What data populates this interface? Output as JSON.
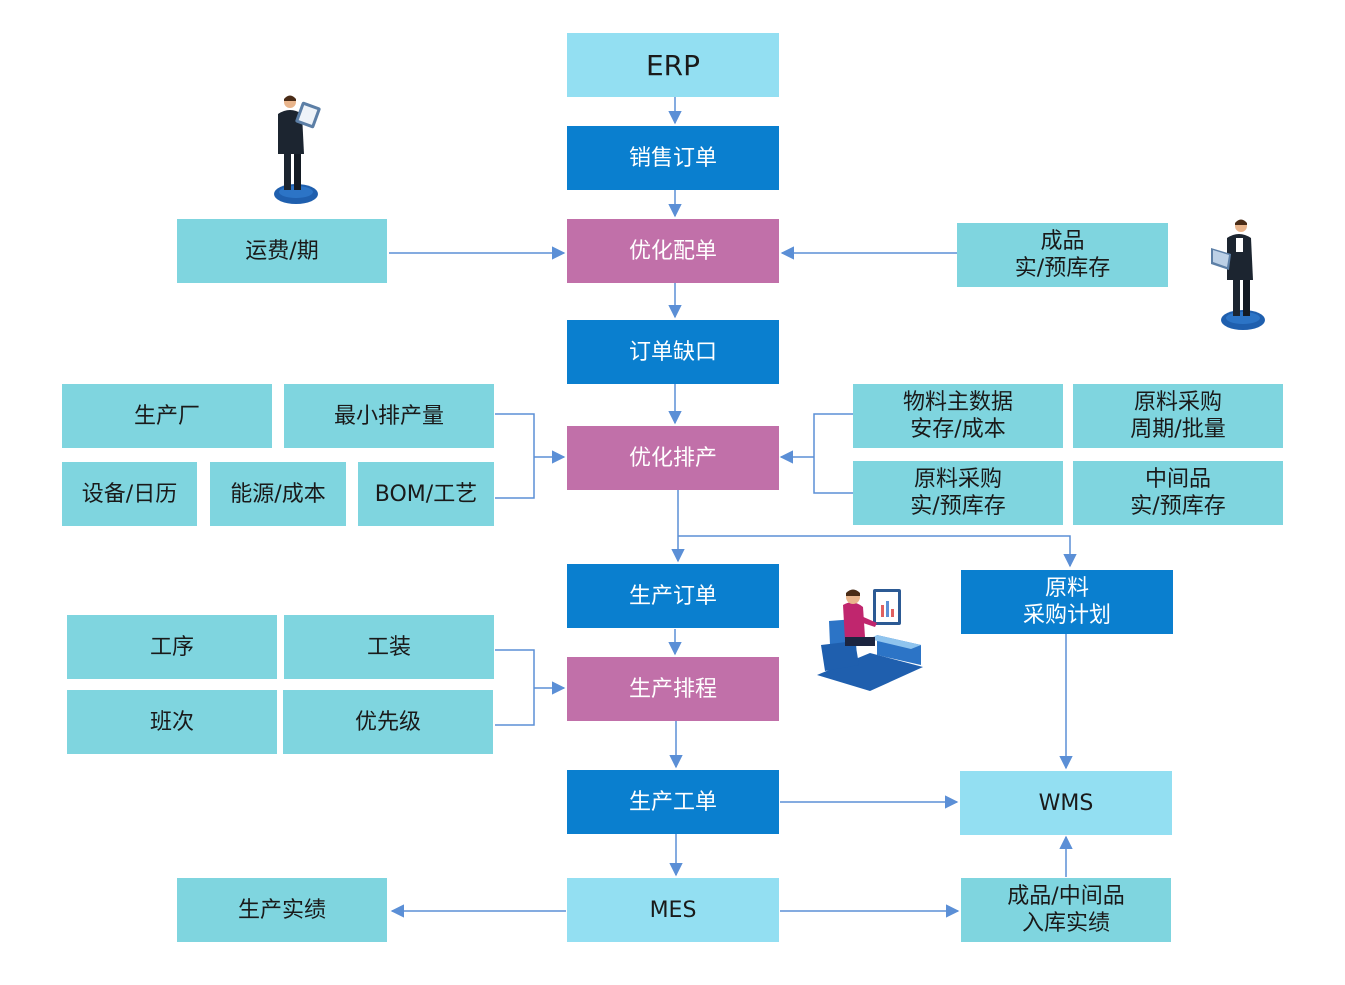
{
  "colors": {
    "light_box": "#93dff2",
    "teal_box": "#7fd5df",
    "blue_box": "#0a7fcf",
    "pink_box": "#c170a9",
    "connector": "#5b8fd6"
  },
  "flow": {
    "erp": "ERP",
    "sales_order": "销售订单",
    "optimize_order": "优化配单",
    "order_gap": "订单缺口",
    "optimize_schedule": "优化排产",
    "production_order": "生产订单",
    "production_scheduling": "生产排程",
    "work_order": "生产工单",
    "mes": "MES",
    "wms": "WMS",
    "purchase_plan": [
      "原料",
      "采购计划"
    ]
  },
  "inputs": {
    "freight": "运费/期",
    "finished_stock": [
      "成品",
      "实/预库存"
    ],
    "plant": "生产厂",
    "min_batch": "最小排产量",
    "equipment": "设备/日历",
    "energy": "能源/成本",
    "bom": "BOM/工艺",
    "material_master": [
      "物料主数据",
      "安存/成本"
    ],
    "purchase_cycle": [
      "原料采购",
      "周期/批量"
    ],
    "raw_stock": [
      "原料采购",
      "实/预库存"
    ],
    "intermediate_stock": [
      "中间品",
      "实/预库存"
    ],
    "process": "工序",
    "tooling": "工装",
    "shift": "班次",
    "priority": "优先级"
  },
  "outputs": {
    "production_actual": "生产实绩",
    "warehouse_actual": [
      "成品/中间品",
      "入库实绩"
    ]
  },
  "icons": [
    "person-with-tablet-icon",
    "person-with-laptop-icon",
    "person-at-desk-icon"
  ]
}
